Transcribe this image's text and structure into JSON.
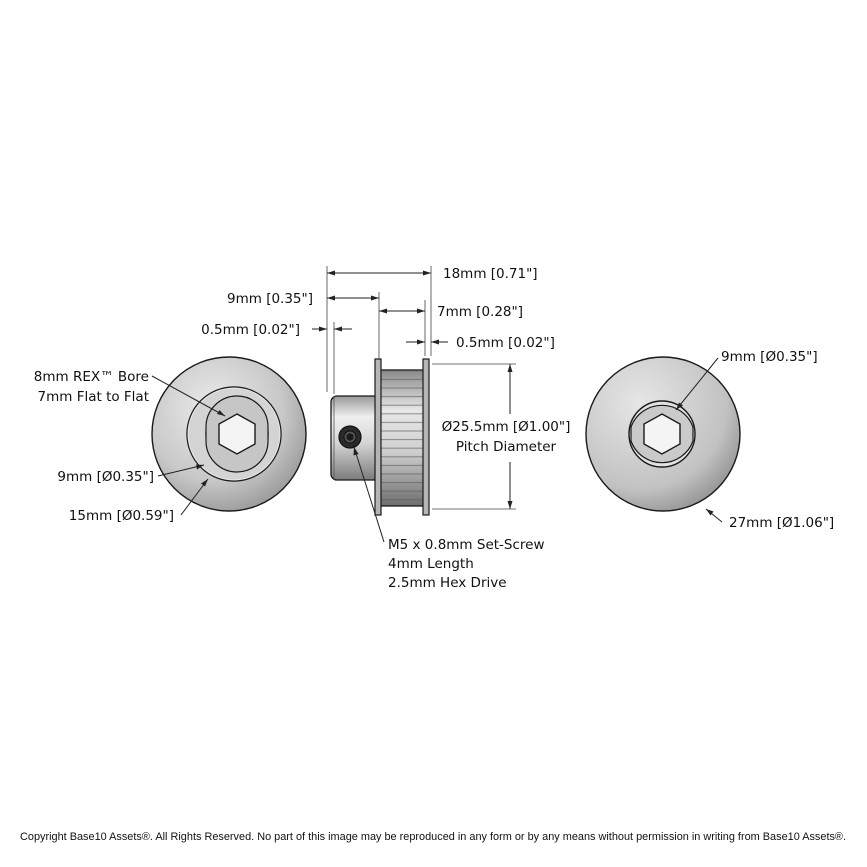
{
  "dimensions": {
    "overall_length": "18mm [0.71\"]",
    "hub_length": "9mm [0.35\"]",
    "belt_width": "7mm [0.28\"]",
    "hub_gap": "0.5mm [0.02\"]",
    "flange_thickness": "0.5mm [0.02\"]",
    "pitch_diameter_value": "Ø25.5mm [Ø1.00\"]",
    "pitch_diameter_label": "Pitch Diameter",
    "bore_type": "8mm REX™ Bore",
    "bore_flat": "7mm Flat to Flat",
    "hub_bore_dia": "9mm [Ø0.35\"]",
    "hub_dia": "15mm [Ø0.59\"]",
    "back_bore_dia": "9mm [Ø0.35\"]",
    "flange_dia": "27mm [Ø1.06\"]",
    "set_screw": "M5 x 0.8mm Set-Screw",
    "set_screw_length": "4mm Length",
    "set_screw_drive": "2.5mm Hex Drive"
  },
  "footer": {
    "copyright": "Copyright Base10 Assets®.  All Rights Reserved. No part of this image may be reproduced in any form or by any means without permission in writing from Base10 Assets®."
  },
  "colors": {
    "metal_light": "#e4e4e4",
    "metal_mid": "#b8b8b8",
    "metal_dark": "#7a7a7a",
    "outline": "#1a1a1a"
  }
}
